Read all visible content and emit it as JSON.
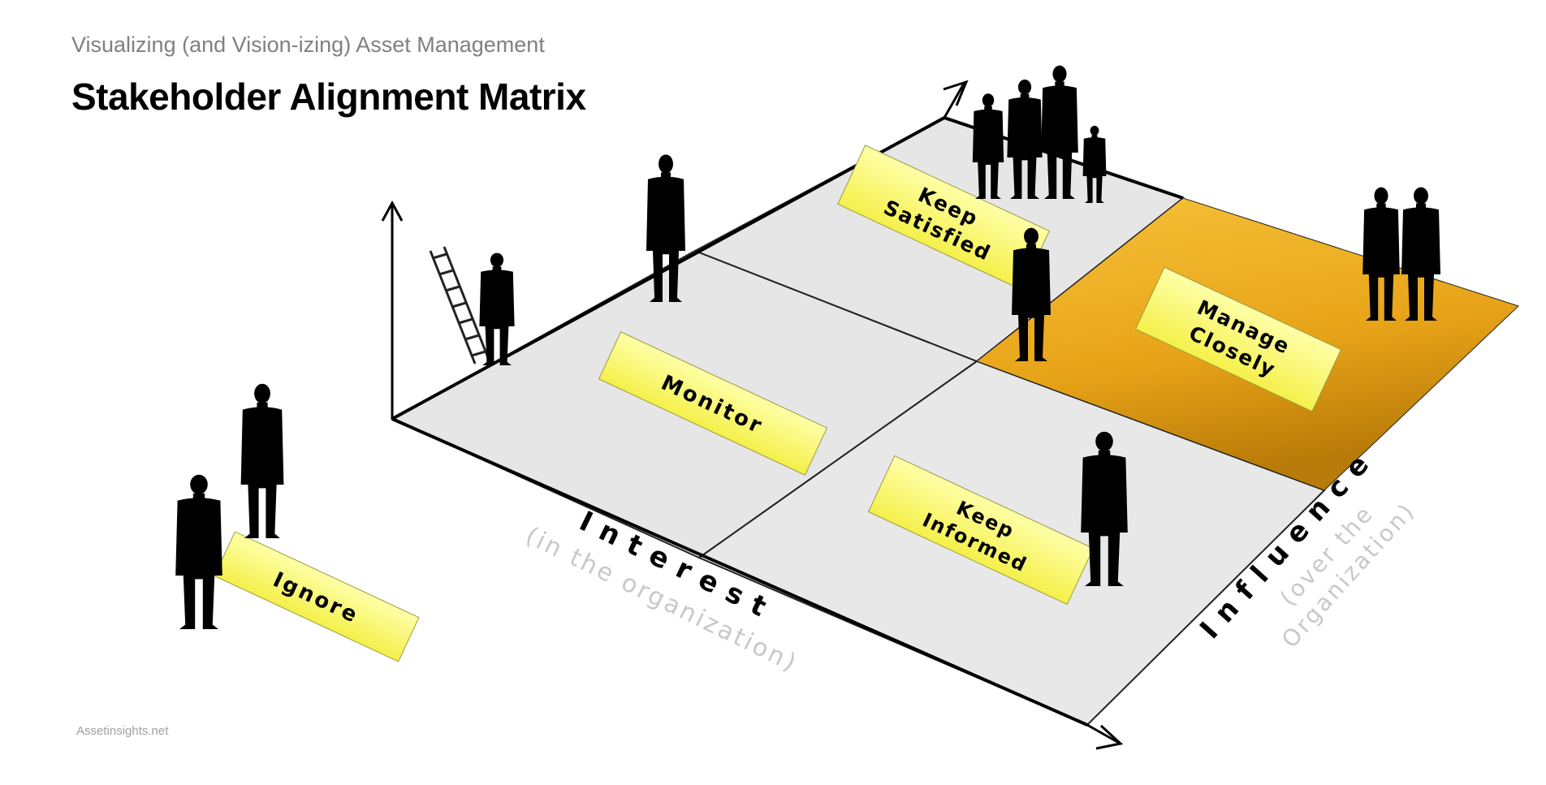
{
  "header": {
    "subtitle": "Visualizing (and Vision-izing) Asset Management",
    "title": "Stakeholder Alignment Matrix"
  },
  "quadrants": {
    "keep_satisfied": {
      "line1": "Keep",
      "line2": "Satisfied"
    },
    "manage_closely": {
      "line1": "Manage",
      "line2": "Closely"
    },
    "monitor": {
      "line1": "Monitor"
    },
    "keep_informed": {
      "line1": "Keep",
      "line2": "Informed"
    },
    "ignore": {
      "line1": "Ignore"
    }
  },
  "axes": {
    "x_label": "Interest",
    "x_sublabel": "(in the organization)",
    "y_label": "Influence",
    "y_sublabel_1": "(over the",
    "y_sublabel_2": "Organization)"
  },
  "credit": "Assetinsights.net",
  "colors": {
    "quadrant_fill": "#e8e8e8",
    "highlight_fill": "#f0b020",
    "label_fill": "#ffff80",
    "axis_sublabel": "#c8c8c8"
  }
}
